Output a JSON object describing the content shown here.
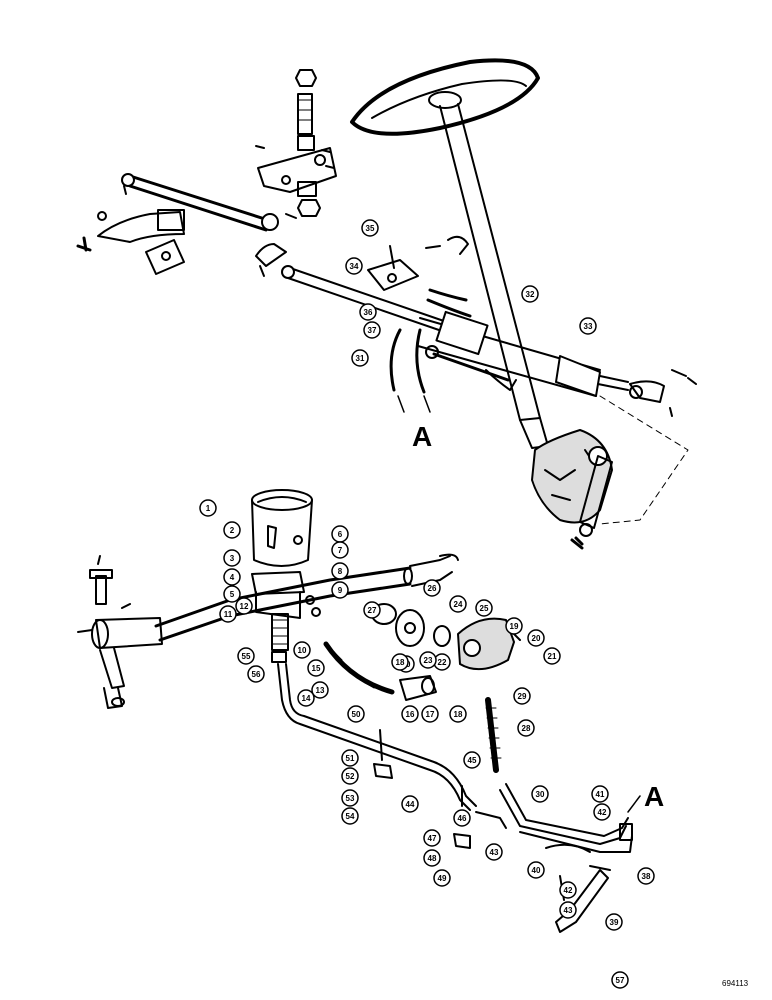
{
  "reference_marks": [
    "A",
    "A"
  ],
  "figure_number": "694113",
  "callouts": [
    "1",
    "2",
    "3",
    "4",
    "5",
    "6",
    "7",
    "8",
    "9",
    "10",
    "10",
    "11",
    "12",
    "13",
    "14",
    "15",
    "16",
    "17",
    "18",
    "18",
    "19",
    "20",
    "21",
    "22",
    "23",
    "24",
    "25",
    "26",
    "27",
    "28",
    "29",
    "30",
    "31",
    "32",
    "33",
    "34",
    "35",
    "36",
    "37",
    "38",
    "39",
    "40",
    "41",
    "42",
    "42",
    "43",
    "43",
    "44",
    "45",
    "46",
    "47",
    "48",
    "49",
    "50",
    "51",
    "52",
    "53",
    "54",
    "55",
    "56",
    "57"
  ]
}
